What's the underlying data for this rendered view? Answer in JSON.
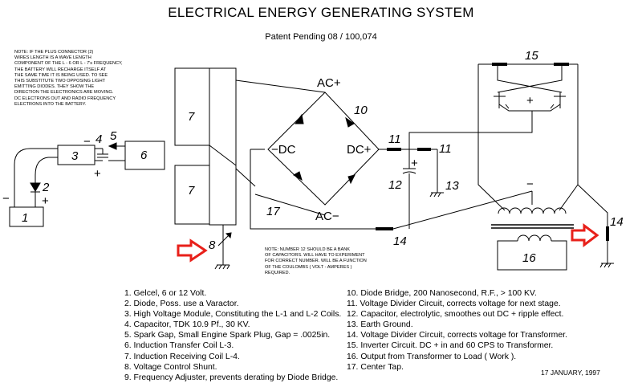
{
  "title": "ELECTRICAL ENERGY GENERATING SYSTEM",
  "patent": "Patent Pending  08 / 100,074",
  "note_top": "NOTE: IF THE PLUS CONNECTOR (2)\nWIRES LENGTH IS A WAVE LENGTH\nCOMPONENT OF THE L - 6 OR L - 7's FREQUENCY,\nTHE BATTERY WILL RECHARGE ITSELF AT\nTHE SAME TIME IT IS BEING USED.  TO SEE\nTHIS SUBSTITUTE TWO OPPOSING LIGHT\nEMITTING DIODES.  THEY SHOW THE\nDIRECTION THE ELECTRONICS ARE MOVING.\nDC ELECTRONS OUT AND RADIO FREQUENCY\nELECTRONS INTO THE BATTERY.",
  "note_bottom": "NOTE: NUMBER 12 SHOULD BE A BANK\nOF CAPACITORS.  WILL HAVE TO EXPERIMENT\nFOR CORRECT NUMBER.  WILL BE A FUNCTION\nOF THE COULOMBS ( VOLT - AMPERES )\nREQUIRED.",
  "diagram": {
    "num1": "1",
    "num2": "2",
    "num3": "3",
    "num4": "4",
    "num5": "5",
    "num6": "6",
    "num7a": "7",
    "num7b": "7",
    "num8": "8",
    "num10": "10",
    "num11a": "11",
    "num11b": "11",
    "num12": "12",
    "num13": "13",
    "num14a": "14",
    "num14b": "14",
    "num15": "15",
    "num16": "16",
    "num17": "17",
    "minus_battery": "−",
    "plus_battery": "+",
    "minus_cap": "−",
    "plus_cap": "+",
    "ac_plus": "AC+",
    "ac_minus": "AC−",
    "dc_minus": "−DC",
    "dc_plus": "DC+",
    "plus_inverter": "+",
    "minus_center": "−"
  },
  "legend_left": [
    "1. Gelcel, 6 or 12 Volt.",
    "2. Diode, Poss. use a Varactor.",
    "3. High Voltage Module, Constituting the L-1 and L-2 Coils.",
    "4. Capacitor, TDK 10.9 Pf., 30 KV.",
    "5. Spark Gap, Small Engine Spark Plug, Gap = .0025in.",
    "6. Induction Transfer Coil L-3.",
    "7. Induction Receiving Coil L-4.",
    "8. Voltage Control Shunt.",
    "9. Frequency Adjuster, prevents derating by Diode Bridge."
  ],
  "legend_right": [
    "10. Diode Bridge, 200 Nanosecond, R.F., > 100 KV.",
    "11. Voltage Divider Circuit, corrects voltage for next stage.",
    "12. Capacitor, electrolytic, smoothes out DC + ripple effect.",
    "13. Earth Ground.",
    "14. Voltage Divider Circuit, corrects voltage for Transformer.",
    "15. Inverter Circuit. DC + in and 60 CPS to Transformer.",
    "16. Output from Transformer to Load ( Work ).",
    "17. Center Tap."
  ],
  "date": "17 JANUARY, 1997",
  "colors": {
    "arrow": "#e8201a",
    "ink": "#000000"
  }
}
